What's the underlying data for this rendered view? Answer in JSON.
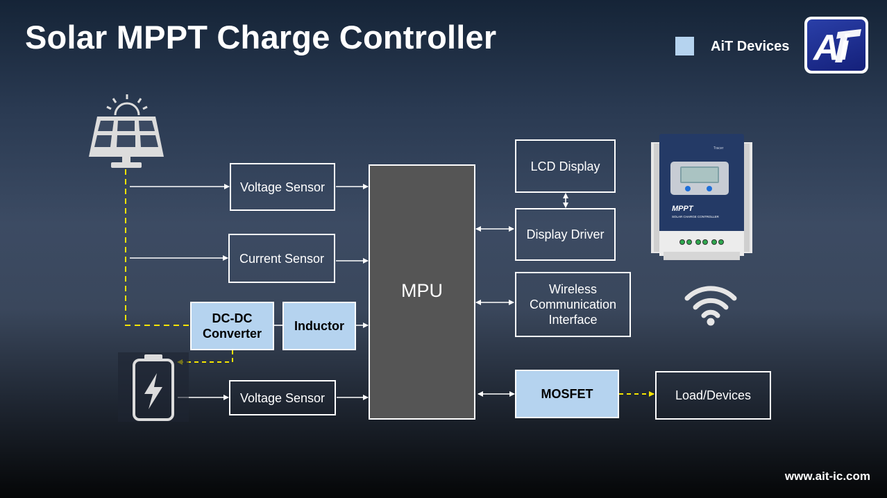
{
  "title": "Solar MPPT Charge Controller",
  "legend": {
    "label": "AiT Devices",
    "color": "#b5d3ef"
  },
  "logo": {
    "text": "Ai",
    "icon": "ait-logo-icon"
  },
  "blocks": {
    "voltage_sensor_top": "Voltage Sensor",
    "current_sensor": "Current Sensor",
    "dcdc_line1": "DC-DC",
    "dcdc_line2": "Converter",
    "inductor": "Inductor",
    "voltage_sensor_bottom": "Voltage Sensor",
    "mpu": "MPU",
    "lcd_display": "LCD Display",
    "display_driver": "Display Driver",
    "wireless_line1": "Wireless",
    "wireless_line2": "Communication",
    "wireless_line3": "Interface",
    "mosfet": "MOSFET",
    "load": "Load/Devices"
  },
  "device": {
    "brand": "Tracer",
    "label": "MPPT",
    "sub_label": "SOLAR CHARGE CONTROLLER"
  },
  "icons": [
    "solar-panel-icon",
    "battery-icon",
    "wifi-icon"
  ],
  "colors": {
    "highlight": "#b5d3ef",
    "power_line": "#f5e500",
    "mpu": "#555555"
  },
  "footer": {
    "url": "www.ait-ic.com"
  }
}
